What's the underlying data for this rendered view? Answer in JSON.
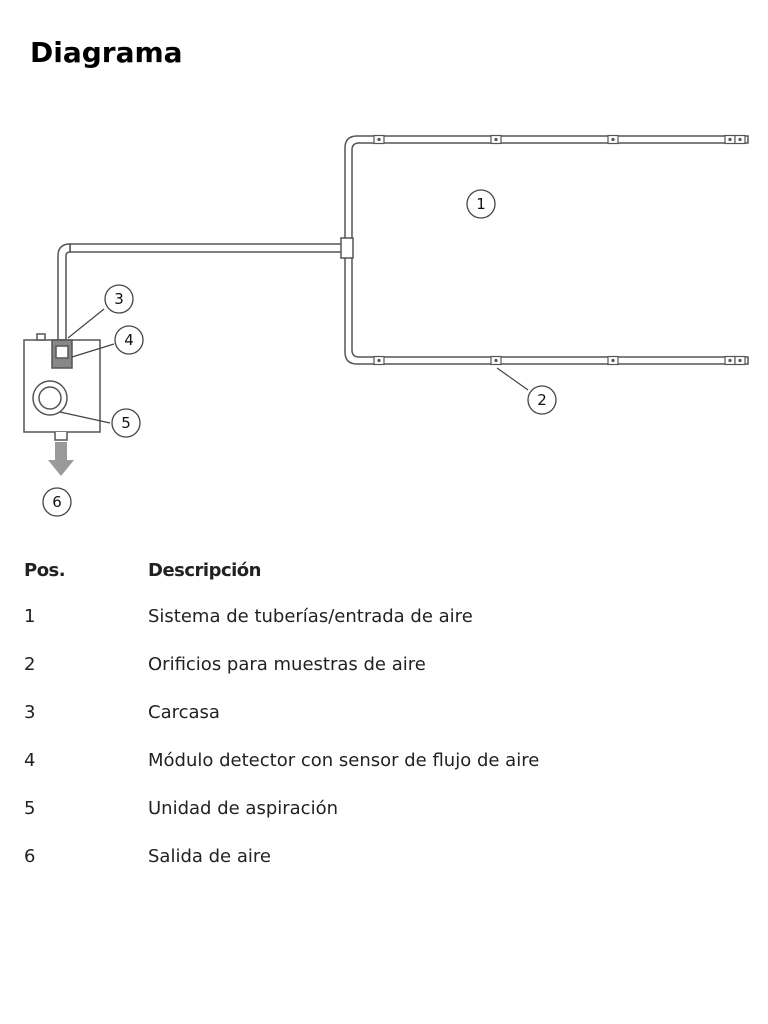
{
  "page": {
    "title": "Diagrama"
  },
  "diagram": {
    "callouts": [
      "1",
      "2",
      "3",
      "4",
      "5",
      "6"
    ]
  },
  "legend": {
    "headers": {
      "pos": "Pos.",
      "description": "Descripción"
    },
    "rows": [
      {
        "pos": "1",
        "description": "Sistema de tuberías/entrada de aire"
      },
      {
        "pos": "2",
        "description": "Orificios para muestras de aire"
      },
      {
        "pos": "3",
        "description": "Carcasa"
      },
      {
        "pos": "4",
        "description": "Módulo detector con sensor de flujo de aire"
      },
      {
        "pos": "5",
        "description": "Unidad de aspiración"
      },
      {
        "pos": "6",
        "description": "Salida de aire"
      }
    ]
  },
  "colors": {
    "line": "#555555",
    "pipe_fill": "#ffffff",
    "arrow": "#9a9a9a",
    "module": "#888888"
  }
}
